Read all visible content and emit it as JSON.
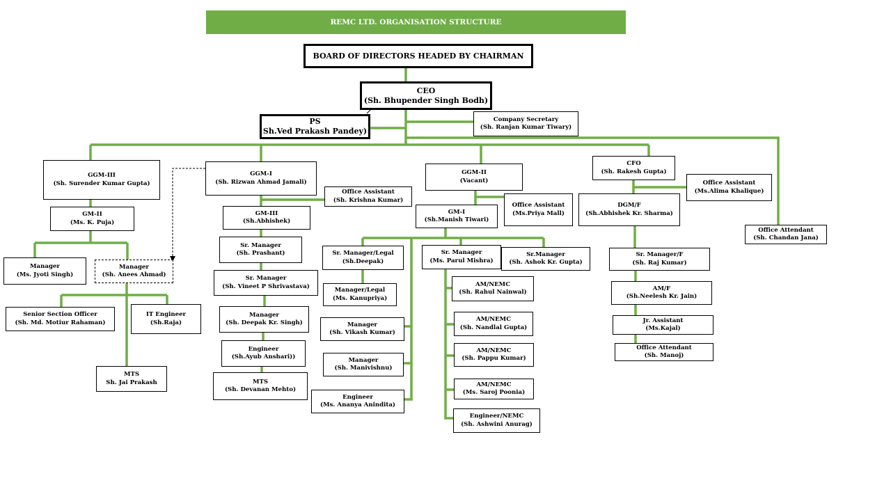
{
  "title": "REMC LTD. ORGANISATION STRUCTURE",
  "colors": {
    "banner": "#70ad47",
    "connector": "#70ad47"
  },
  "positions": {
    "board": {
      "title": "BOARD OF DIRECTORS HEADED BY CHAIRMAN"
    },
    "ceo": {
      "title": "CEO",
      "name": "(Sh. Bhupender Singh Bodh)"
    },
    "ps": {
      "title": "PS",
      "name": "Sh.Ved Prakash Pandey)"
    },
    "company_secretary": {
      "title": "Company Secretary",
      "name": "(Sh. Ranjan Kumar Tiwary)"
    },
    "ggm3": {
      "title": "GGM-III",
      "name": "(Sh. Surender Kumar Gupta)"
    },
    "gm2_puja": {
      "title": "GM-II",
      "name": "(Ms. K. Puja)"
    },
    "manager_jyoti": {
      "title": "Manager",
      "name": "(Ms. Jyoti Singh)"
    },
    "manager_anees": {
      "title": "Manager",
      "name": "(Sh. Anees Ahmad)"
    },
    "senior_section_officer": {
      "title": "Senior Section Officer",
      "name": "(Sh. Md. Motiur Rahaman)"
    },
    "it_engineer": {
      "title": "IT Engineer",
      "name": "(Sh.Raja)"
    },
    "mts_jai": {
      "title": "MTS",
      "name": "Sh. Jai Prakash"
    },
    "ggm1": {
      "title": "GGM-I",
      "name": "(Sh. Rizwan Ahmad Jamali)"
    },
    "oa_krishna": {
      "title": "Office Assistant",
      "name": "(Sh. Krishna Kumar)"
    },
    "gm3_abhishek": {
      "title": "GM-III",
      "name": "(Sh.Abhishek)"
    },
    "srmgr_prashant": {
      "title": "Sr. Manager",
      "name": "(Sh. Prashant)"
    },
    "srmgr_vineet": {
      "title": "Sr. Manager",
      "name": "(Sh. Vineet P Shrivastava)"
    },
    "mgr_deepak_singh": {
      "title": "Manager",
      "name": "(Sh. Deepak Kr. Singh)"
    },
    "engineer_ayub": {
      "title": "Engineer",
      "name": "(Sh.Ayub Anshari))"
    },
    "mts_devanan": {
      "title": "MTS",
      "name": "(Sh. Devanan Mehto)"
    },
    "ggm2": {
      "title": "GGM-II",
      "name": "(Vacant)"
    },
    "oa_priya": {
      "title": "Office Assistant",
      "name": "(Ms.Priya Mall)"
    },
    "gm1_manish": {
      "title": "GM-I",
      "name": "(Sh.Manish Tiwari)"
    },
    "srmgr_legal": {
      "title": "Sr. Manager/Legal",
      "name": "(Sh.Deepak)"
    },
    "mgr_legal": {
      "title": "Manager/Legal",
      "name": "(Ms. Kanupriya)"
    },
    "mgr_vikash": {
      "title": "Manager",
      "name": "(Sh. Vikash Kumar)"
    },
    "mgr_manivishnu": {
      "title": "Manager",
      "name": "(Sh. Manivishnu)"
    },
    "engineer_ananya": {
      "title": "Engineer",
      "name": "(Ms. Ananya Anindita)"
    },
    "srmgr_parul": {
      "title": "Sr. Manager",
      "name": "(Ms. Parul Mishra)"
    },
    "srmgr_ashok": {
      "title": "Sr.Manager",
      "name": "(Sh. Ashok Kr. Gupta)"
    },
    "am_rahul": {
      "title": "AM/NEMC",
      "name": "(Sh. Rahul Nainwal)"
    },
    "am_nandlal": {
      "title": "AM/NEMC",
      "name": "(Sh. Nandlal Gupta)"
    },
    "am_pappu": {
      "title": "AM/NEMC",
      "name": "(Sh. Pappu Kumar)"
    },
    "am_saroj": {
      "title": "AM/NEMC",
      "name": "(Ms. Saroj Poonia)"
    },
    "engineer_ashwini": {
      "title": "Engineer/NEMC",
      "name": "(Sh. Ashwini Anurag)"
    },
    "cfo": {
      "title": "CFO",
      "name": "(Sh. Rakesh Gupta)"
    },
    "oa_alima": {
      "title": "Office Assistant",
      "name": "(Ms.Alima Khalique)"
    },
    "dgm_f": {
      "title": "DGM/F",
      "name": "(Sh.Abhishek Kr. Sharma)"
    },
    "srmgr_f": {
      "title": "Sr. Manager/F",
      "name": "(Sh. Raj Kumar)"
    },
    "am_f": {
      "title": "AM/F",
      "name": "(Sh.Neelesh Kr. Jain)"
    },
    "jr_assistant": {
      "title": "Jr. Assistant",
      "name": "(Ms.Kajal)"
    },
    "office_attendant_manoj": {
      "title": "Office Attendant",
      "name": "(Sh. Manoj)"
    },
    "office_attendant_chandan": {
      "title": "Office Attendant",
      "name": "(Sh. Chandan Jana)"
    }
  }
}
